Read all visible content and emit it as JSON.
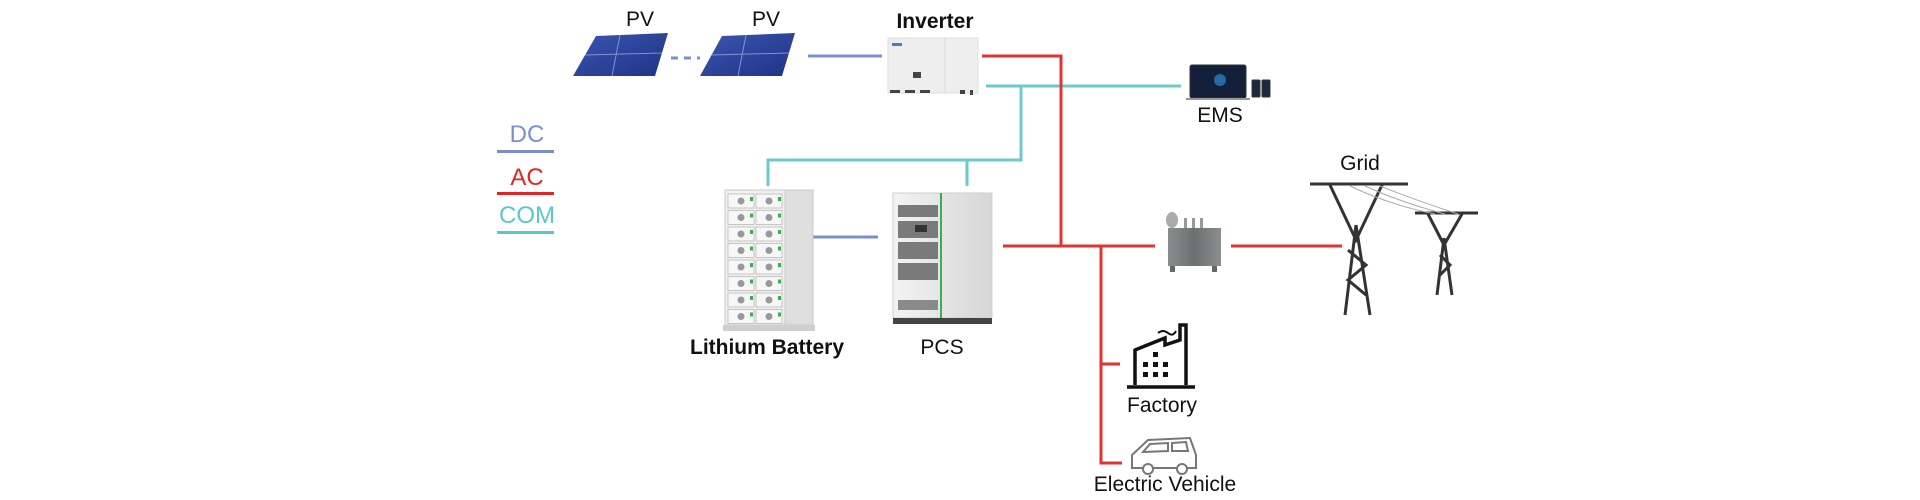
{
  "colors": {
    "dc": "#7b8fcf",
    "ac": "#e23333",
    "com": "#6ccaca",
    "text": "#111111"
  },
  "legend": [
    {
      "key": "dc",
      "label": "DC"
    },
    {
      "key": "ac",
      "label": "AC"
    },
    {
      "key": "com",
      "label": "COM"
    }
  ],
  "nodes": {
    "pv1": {
      "label": "PV",
      "icon": "solar-panel-icon"
    },
    "pv2": {
      "label": "PV",
      "icon": "solar-panel-icon"
    },
    "inverter": {
      "label": "Inverter",
      "icon": "inverter-icon"
    },
    "ems": {
      "label": "EMS",
      "icon": "ems-monitor-icon"
    },
    "battery": {
      "label": "Lithium Battery",
      "icon": "battery-rack-icon"
    },
    "pcs": {
      "label": "PCS",
      "icon": "pcs-cabinet-icon"
    },
    "transformer": {
      "label": "",
      "icon": "transformer-icon"
    },
    "grid": {
      "label": "Grid",
      "icon": "transmission-tower-icon"
    },
    "factory": {
      "label": "Factory",
      "icon": "factory-icon"
    },
    "ev": {
      "label": "Electric Vehicle",
      "icon": "car-icon"
    }
  },
  "connections": [
    {
      "from": "pv1",
      "to": "pv2",
      "type": "dc",
      "style": "dashed"
    },
    {
      "from": "pv2",
      "to": "inverter",
      "type": "dc"
    },
    {
      "from": "inverter",
      "to": "ac-bus",
      "type": "ac"
    },
    {
      "from": "inverter",
      "to": "ems",
      "type": "com"
    },
    {
      "from": "inverter",
      "to": "battery",
      "type": "com"
    },
    {
      "from": "inverter",
      "to": "pcs",
      "type": "com"
    },
    {
      "from": "battery",
      "to": "pcs",
      "type": "dc"
    },
    {
      "from": "pcs",
      "to": "ac-bus",
      "type": "ac"
    },
    {
      "from": "ac-bus",
      "to": "transformer",
      "type": "ac"
    },
    {
      "from": "transformer",
      "to": "grid",
      "type": "ac"
    },
    {
      "from": "ac-bus",
      "to": "factory",
      "type": "ac"
    },
    {
      "from": "ac-bus",
      "to": "ev",
      "type": "ac"
    }
  ]
}
